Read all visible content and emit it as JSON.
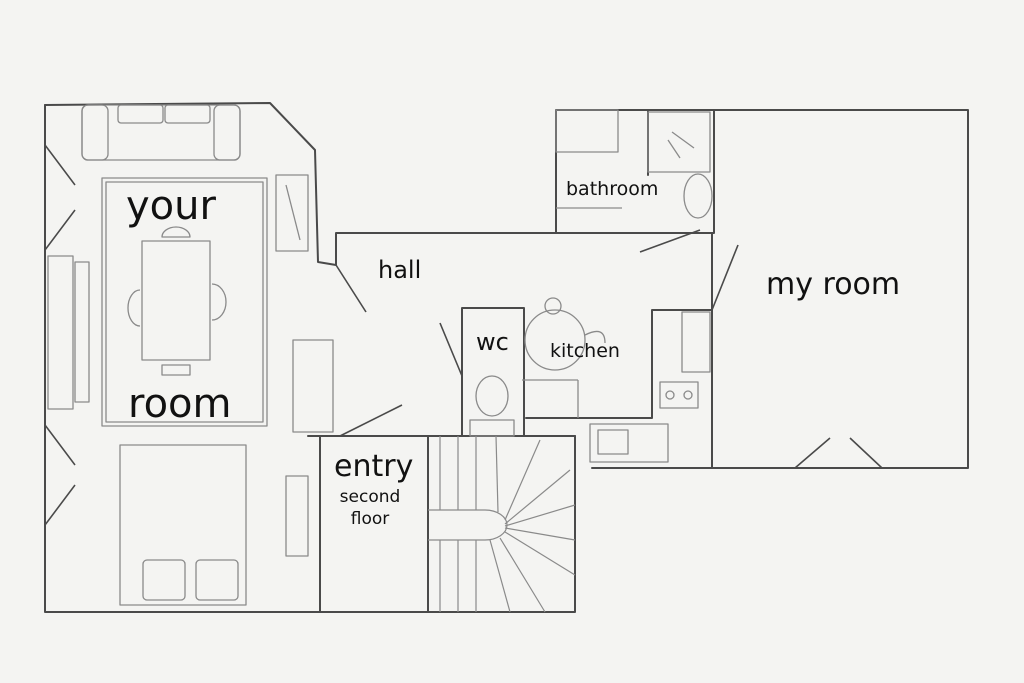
{
  "rooms": {
    "your_room": {
      "line1": "your",
      "line2": "room"
    },
    "hall": "hall",
    "bathroom": "bathroom",
    "my_room": "my room",
    "wc": "wc",
    "kitchen": "kitchen",
    "entry": {
      "title": "entry",
      "line1": "second",
      "line2": "floor"
    }
  },
  "colors": {
    "paper": "#f4f4f2",
    "wall": "#4a4a4a",
    "furniture": "#8a8a8a",
    "text": "#111111"
  }
}
